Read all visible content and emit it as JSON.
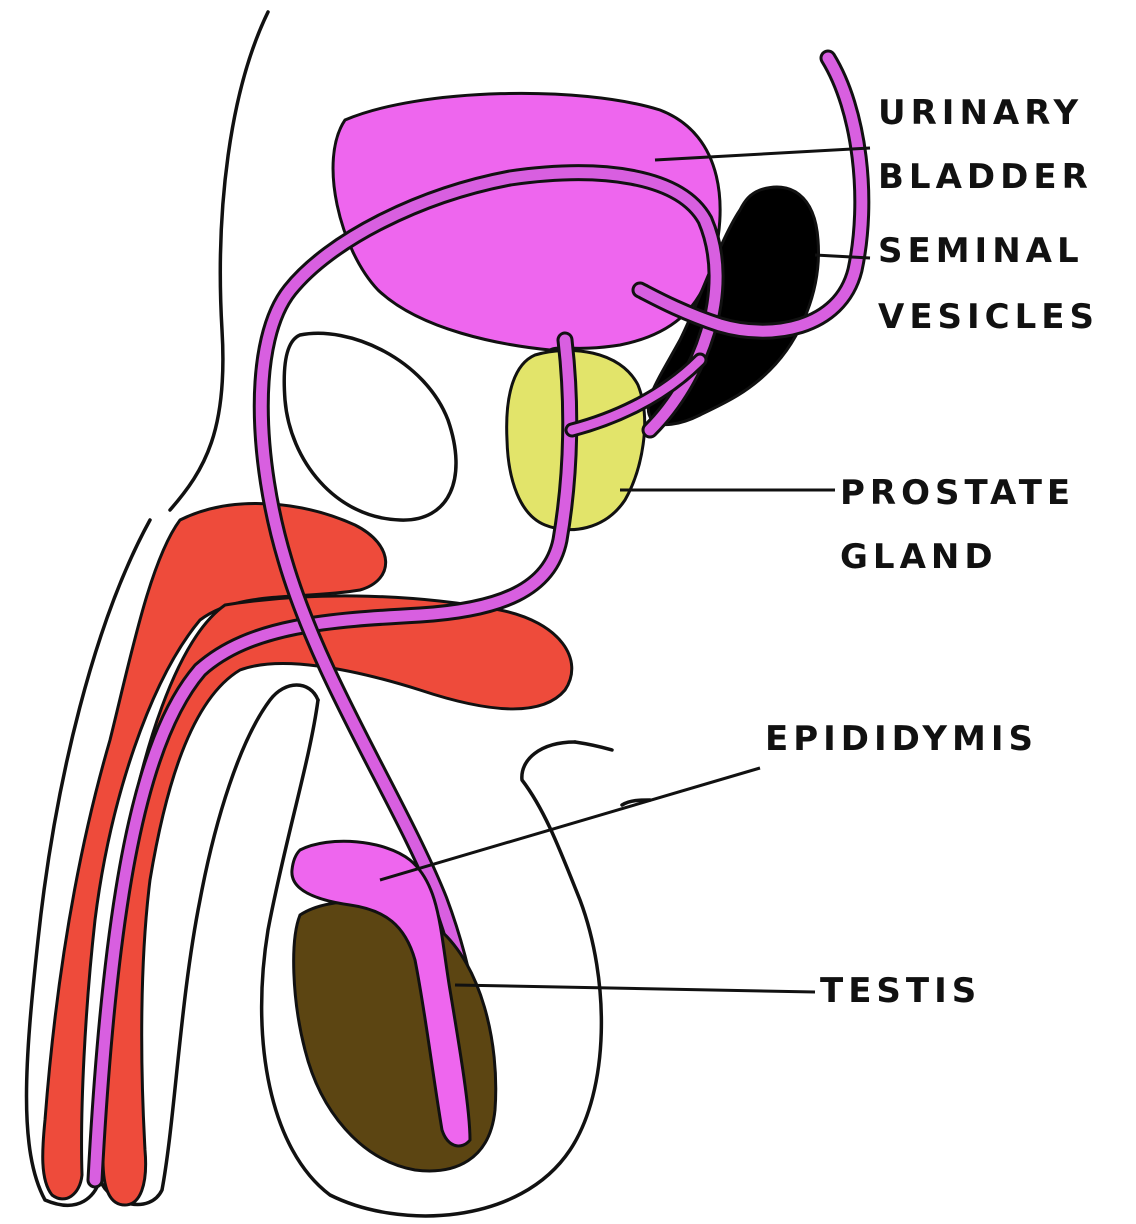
{
  "labels": {
    "urinary_bladder_1": "URINARY",
    "urinary_bladder_2": "BLADDER",
    "seminal_vesicles_1": "SEMINAL",
    "seminal_vesicles_2": "VESICLES",
    "prostate_gland_1": "PROSTATE",
    "prostate_gland_2": "GLAND",
    "epididymis": "EPIDIDYMIS",
    "testis": "TESTIS"
  },
  "colors": {
    "bladder": "#ee66ee",
    "duct": "#d85fe0",
    "prostate": "#e2e46a",
    "seminal_vesicles": "#000000",
    "erectile_tissue": "#ee4b3b",
    "testis": "#5c4512",
    "outline": "#111111",
    "background": "#ffffff"
  }
}
